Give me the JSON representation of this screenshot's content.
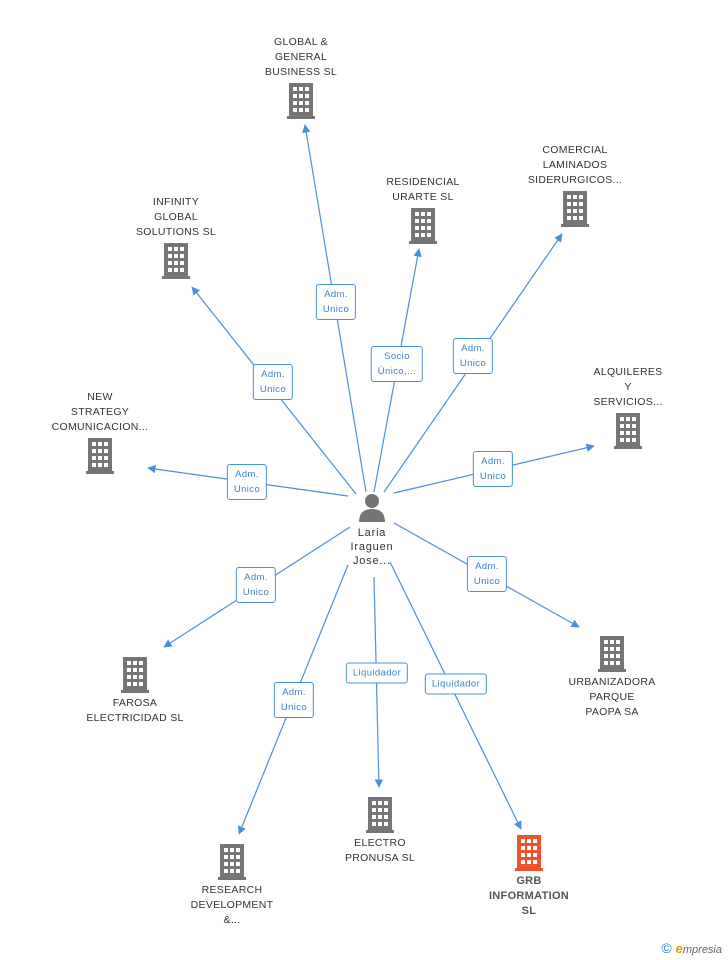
{
  "colors": {
    "edge": "#4a90d9",
    "building": "#757575",
    "building_focus": "#f0532c"
  },
  "person": {
    "name": "Laria\nIraguen\nJose...",
    "icon": "person-icon"
  },
  "companies": [
    {
      "id": "global",
      "name": "GLOBAL &\nGENERAL\nBUSINESS  SL",
      "icon": "building-icon"
    },
    {
      "id": "residencial",
      "name": "RESIDENCIAL\nURARTE SL",
      "icon": "building-icon"
    },
    {
      "id": "comercial",
      "name": "COMERCIAL\nLAMINADOS\nSIDERURGICOS...",
      "icon": "building-icon"
    },
    {
      "id": "infinity",
      "name": "INFINITY\nGLOBAL\nSOLUTIONS SL",
      "icon": "building-icon"
    },
    {
      "id": "alquileres",
      "name": "ALQUILERES\nY\nSERVICIOS...",
      "icon": "building-icon"
    },
    {
      "id": "newstrategy",
      "name": "NEW\nSTRATEGY\nCOMUNICACION...",
      "icon": "building-icon"
    },
    {
      "id": "farosa",
      "name": "FAROSA\nELECTRICIDAD SL",
      "icon": "building-icon"
    },
    {
      "id": "urbanizadora",
      "name": "URBANIZADORA\nPARQUE\nPAOPA SA",
      "icon": "building-icon"
    },
    {
      "id": "research",
      "name": "RESEARCH\nDEVELOPMENT\n&...",
      "icon": "building-icon"
    },
    {
      "id": "electro",
      "name": "ELECTRO\nPRONUSA SL",
      "icon": "building-icon"
    },
    {
      "id": "grb",
      "name": "GRB\nINFORMATION\nSL",
      "icon": "building-icon",
      "focus": true
    }
  ],
  "relations": [
    {
      "target": "global",
      "label": "Adm.\nUnico"
    },
    {
      "target": "residencial",
      "label": "Socio\nÚnico,..."
    },
    {
      "target": "comercial",
      "label": "Adm.\nUnico"
    },
    {
      "target": "infinity",
      "label": "Adm.\nUnico"
    },
    {
      "target": "alquileres",
      "label": "Adm.\nUnico"
    },
    {
      "target": "newstrategy",
      "label": "Adm.\nUnico"
    },
    {
      "target": "farosa",
      "label": "Adm.\nUnico"
    },
    {
      "target": "urbanizadora",
      "label": "Adm.\nUnico"
    },
    {
      "target": "research",
      "label": "Adm.\nUnico"
    },
    {
      "target": "electro",
      "label": "Liquidador"
    },
    {
      "target": "grb",
      "label": "Liquidador"
    }
  ],
  "footer": {
    "copyright": "©",
    "brand_initial": "e",
    "brand_rest": "mpresia"
  }
}
